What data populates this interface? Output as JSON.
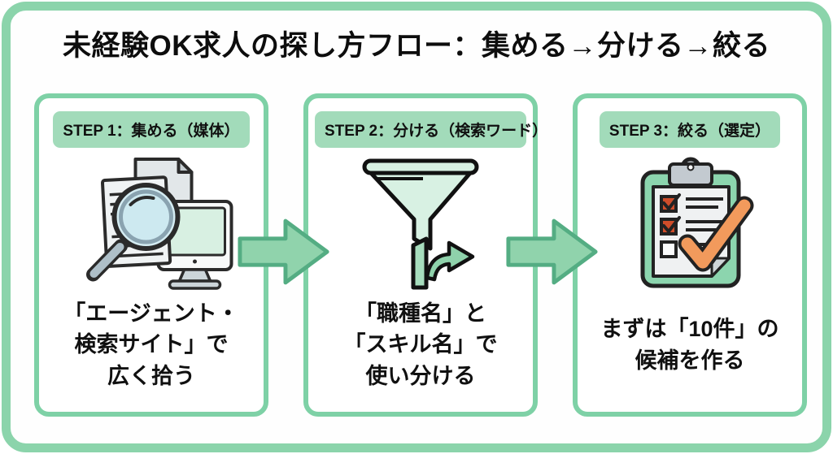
{
  "title": "未経験OK求人の探し方フロー：集める→分ける→絞る",
  "steps": [
    {
      "badge": "STEP 1：集める（媒体）",
      "icon": "documents-search-monitor-icon",
      "text": "「エージェント・\n検索サイト」で\n広く拾う"
    },
    {
      "badge": "STEP 2：分ける（検索ワード）",
      "icon": "funnel-branch-icon",
      "text": "「職種名」と\n「スキル名」で\n使い分ける"
    },
    {
      "badge": "STEP 3：絞る（選定）",
      "icon": "clipboard-check-icon",
      "text": "まずは「10件」の\n候補を作る"
    }
  ],
  "arrows": [
    {
      "name": "flow-arrow",
      "direction": "right"
    },
    {
      "name": "flow-arrow",
      "direction": "right"
    }
  ],
  "colors": {
    "frame_green": "#8bd4ab",
    "card_border_green": "#7ed1a6",
    "badge_green": "#a2dbba",
    "arrow_fill": "#90d3ac",
    "arrow_stroke": "#54ad83",
    "icon_light_green": "#d8f1e3",
    "icon_check_orange": "#f29a5c",
    "icon_box_red": "#cf4d2a",
    "text_color": "#101010"
  }
}
